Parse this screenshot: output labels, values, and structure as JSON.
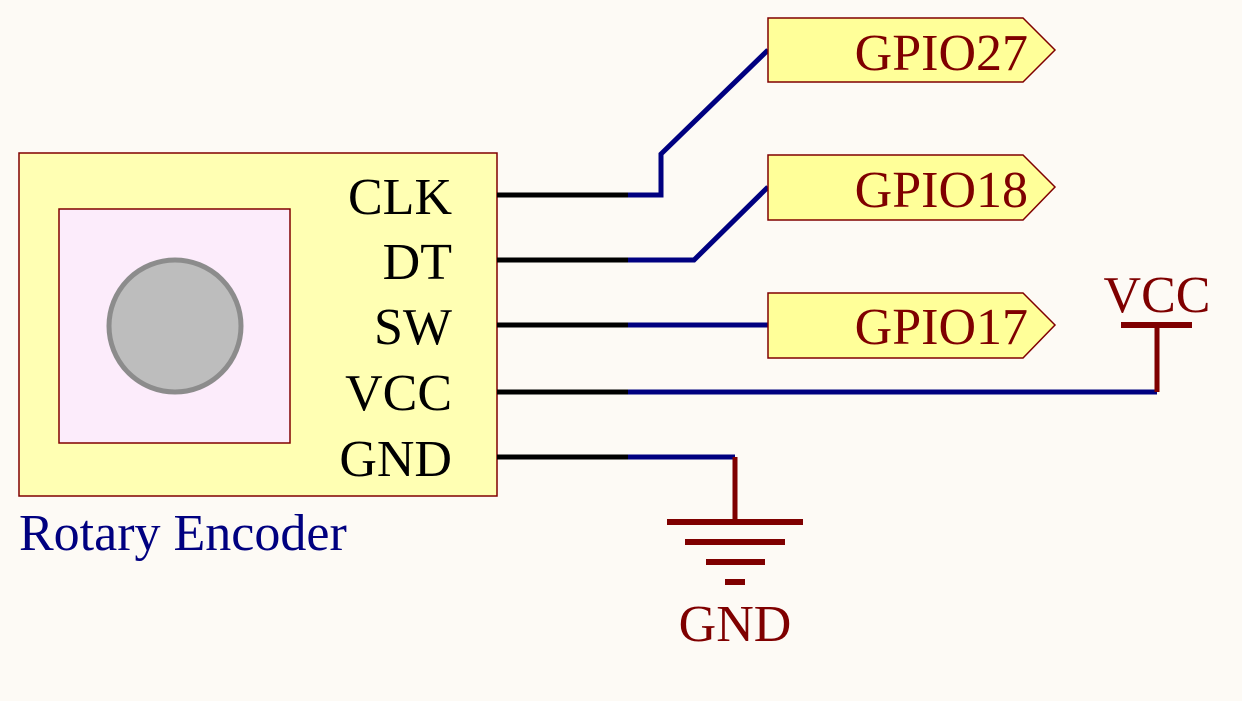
{
  "component": {
    "name": "Rotary Encoder",
    "pins": [
      "CLK",
      "DT",
      "SW",
      "VCC",
      "GND"
    ]
  },
  "ports": [
    "GPIO27",
    "GPIO18",
    "GPIO17"
  ],
  "power": {
    "vcc_label": "VCC",
    "gnd_label": "GND"
  },
  "colors": {
    "background": "#fdfaf5",
    "component_body": "#ffffb3",
    "component_border": "#800000",
    "component_inner": "#fcecfb",
    "knob_fill": "#bdbdbd",
    "knob_stroke": "#8c8c8c",
    "pin_wire": "#000000",
    "net_wire": "#000080",
    "port_fill": "#ffff99",
    "power_symbol": "#7f0000",
    "component_label": "#000080"
  }
}
